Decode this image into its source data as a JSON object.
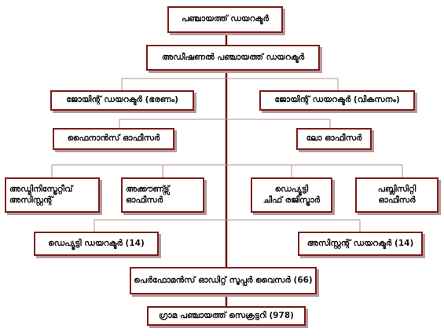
{
  "colors": {
    "border": "#7a1f1f",
    "line": "#b09090",
    "spine": "#6a1414",
    "text": "#111111"
  },
  "nodes": {
    "director": "പഞ്ചായത്ത് ഡയറക്ടർ",
    "additional_director": "അഡീഷണൽ പഞ്ചായത്ത് ഡയറക്ടർ",
    "joint_director_admin": "ജോയിന്റ് ഡയറക്ടർ (ഭരണം)",
    "joint_director_dev": "ജോയിന്റ് ഡയറക്ടർ (വികസനം)",
    "finance_officer": "ഫൈനാൻസ് ഓഫീസർ",
    "law_officer": "ലോ ഓഫീസർ",
    "admin_assistant": [
      "അഡ്മിനിസ്ട്രേറ്റീവ്",
      "അസിസ്റ്റന്റ്"
    ],
    "accounts_officer": [
      "അക്കൗണ്ട്സ്",
      "ഓഫീസർ"
    ],
    "deputy_chief_registrar": [
      "ഡെപ്യൂട്ടി",
      "ചീഫ് രജിസ്ട്രാർ"
    ],
    "publicity_officer": [
      "പബ്ലിസിറ്റി",
      "ഓഫീസർ"
    ],
    "deputy_director": "ഡെപ്യൂട്ടി ഡയറക്ടർ (14)",
    "assistant_director": "അസിസ്റ്റന്റ് ഡയറക്ടർ (14)",
    "performance_audit_supervisor": "പെർഫോമൻസ് ഓഡിറ്റ് സൂപ്പർ വൈസർ (66)",
    "gram_panchayat_secretary": "ഗ്രാമ പഞ്ചായത്ത് സെക്രട്ടറി (978)"
  }
}
